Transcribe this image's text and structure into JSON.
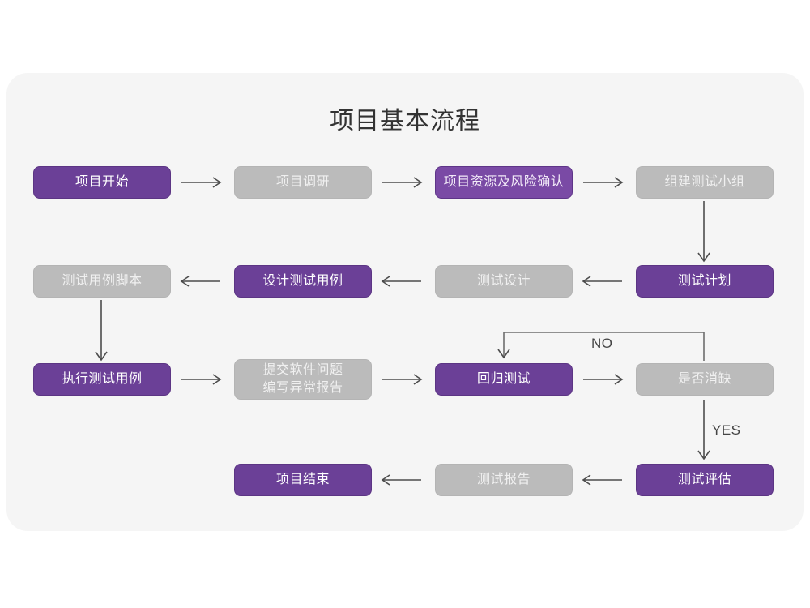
{
  "page": {
    "background_color": "#ffffff",
    "card_color": "#f5f5f5"
  },
  "diagram": {
    "title": "项目基本流程",
    "colors": {
      "purple": "#6b4097",
      "purple_light": "#7a4aa5",
      "gray": "#bbbbbb",
      "arrow": "#4d4d4d",
      "title_text": "#333333"
    },
    "nodes": [
      {
        "id": "n1",
        "label": "项目开始",
        "style": "purple",
        "row": 1,
        "col": 1
      },
      {
        "id": "n2",
        "label": "项目调研",
        "style": "gray",
        "row": 1,
        "col": 2
      },
      {
        "id": "n3",
        "label": "项目资源及风险确认",
        "style": "purple-light",
        "row": 1,
        "col": 3
      },
      {
        "id": "n4",
        "label": "组建测试小组",
        "style": "gray",
        "row": 1,
        "col": 4
      },
      {
        "id": "n5",
        "label": "测试用例脚本",
        "style": "gray",
        "row": 2,
        "col": 1
      },
      {
        "id": "n6",
        "label": "设计测试用例",
        "style": "purple",
        "row": 2,
        "col": 2
      },
      {
        "id": "n7",
        "label": "测试设计",
        "style": "gray",
        "row": 2,
        "col": 3
      },
      {
        "id": "n8",
        "label": "测试计划",
        "style": "purple",
        "row": 2,
        "col": 4
      },
      {
        "id": "n9",
        "label": "执行测试用例",
        "style": "purple",
        "row": 3,
        "col": 1
      },
      {
        "id": "n10",
        "label": "提交软件问题\n编写异常报告",
        "style": "gray",
        "row": 3,
        "col": 2
      },
      {
        "id": "n11",
        "label": "回归测试",
        "style": "purple",
        "row": 3,
        "col": 3
      },
      {
        "id": "n12",
        "label": "是否消缺",
        "style": "gray",
        "row": 3,
        "col": 4
      },
      {
        "id": "n13",
        "label": "项目结束",
        "style": "purple",
        "row": 4,
        "col": 2
      },
      {
        "id": "n14",
        "label": "测试报告",
        "style": "gray",
        "row": 4,
        "col": 3
      },
      {
        "id": "n15",
        "label": "测试评估",
        "style": "purple",
        "row": 4,
        "col": 4
      }
    ],
    "edge_labels": {
      "no": "NO",
      "yes": "YES"
    },
    "edges": [
      {
        "from": "n1",
        "to": "n2",
        "direction": "right"
      },
      {
        "from": "n2",
        "to": "n3",
        "direction": "right"
      },
      {
        "from": "n3",
        "to": "n4",
        "direction": "right"
      },
      {
        "from": "n4",
        "to": "n8",
        "direction": "down"
      },
      {
        "from": "n8",
        "to": "n7",
        "direction": "left"
      },
      {
        "from": "n7",
        "to": "n6",
        "direction": "left"
      },
      {
        "from": "n6",
        "to": "n5",
        "direction": "left"
      },
      {
        "from": "n5",
        "to": "n9",
        "direction": "down"
      },
      {
        "from": "n9",
        "to": "n10",
        "direction": "right"
      },
      {
        "from": "n10",
        "to": "n11",
        "direction": "right"
      },
      {
        "from": "n11",
        "to": "n12",
        "direction": "right"
      },
      {
        "from": "n12",
        "to": "n11",
        "direction": "loop-up-left",
        "label": "NO"
      },
      {
        "from": "n12",
        "to": "n15",
        "direction": "down",
        "label": "YES"
      },
      {
        "from": "n15",
        "to": "n14",
        "direction": "left"
      },
      {
        "from": "n14",
        "to": "n13",
        "direction": "left"
      }
    ]
  }
}
